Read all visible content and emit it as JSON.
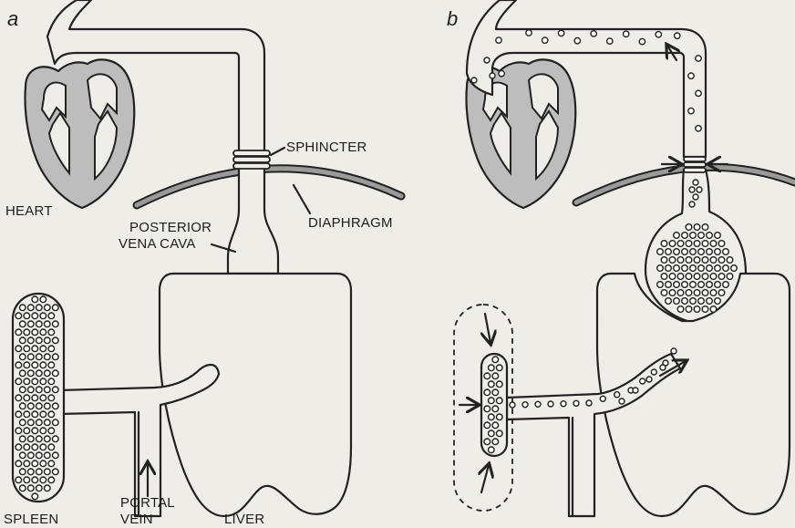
{
  "panels": [
    {
      "letter": "a",
      "labels": {
        "heart": "HEART",
        "sphincter": "SPHINCTER",
        "diaphragm": "DIAPHRAGM",
        "posterior_vena_cava_line1": "POSTERIOR",
        "posterior_vena_cava_line2": "VENA CAVA",
        "spleen": "SPLEEN",
        "portal_vein_line1": "PORTAL",
        "portal_vein_line2": "VEIN",
        "liver": "LIVER"
      }
    },
    {
      "letter": "b",
      "labels": {}
    }
  ],
  "colors": {
    "background": "#efede8",
    "ink": "#222222",
    "heart_tissue": "#bdbdbd",
    "blood_cell": "#fdfdfb"
  }
}
